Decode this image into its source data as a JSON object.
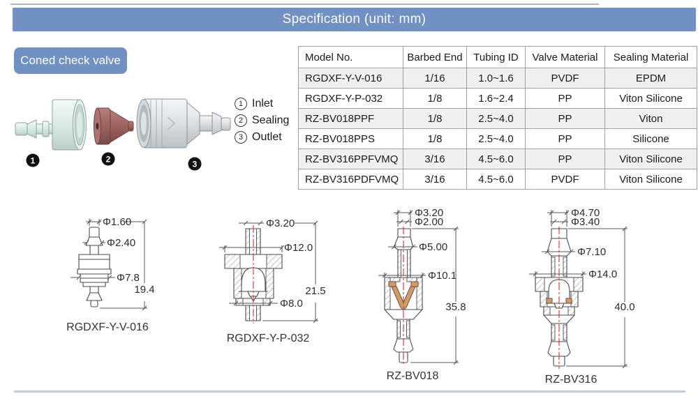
{
  "header": {
    "title": "Specification (unit: mm)"
  },
  "product": {
    "label": "Coned check valve"
  },
  "exploded": {
    "badges": [
      "1",
      "2",
      "3"
    ]
  },
  "legend": {
    "items": [
      {
        "num": "1",
        "label": "Inlet"
      },
      {
        "num": "2",
        "label": "Sealing"
      },
      {
        "num": "3",
        "label": "Outlet"
      }
    ]
  },
  "spec_table": {
    "columns": [
      "Model No.",
      "Barbed End",
      "Tubing ID",
      "Valve Material",
      "Sealing Material"
    ],
    "rows": [
      [
        "RGDXF-Y-V-016",
        "1/16",
        "1.0~1.6",
        "PVDF",
        "EPDM"
      ],
      [
        "RGDXF-Y-P-032",
        "1/8",
        "1.6~2.4",
        "PP",
        "Viton Silicone"
      ],
      [
        "RZ-BV018PPF",
        "1/8",
        "2.5~4.0",
        "PP",
        "Viton"
      ],
      [
        "RZ-BV018PPS",
        "1/8",
        "2.5~4.0",
        "PP",
        "Silicone"
      ],
      [
        "RZ-BV316PPFVMQ",
        "3/16",
        "4.5~6.0",
        "PP",
        "Viton Silicone"
      ],
      [
        "RZ-BV316PDFVMQ",
        "3/16",
        "4.5~6.0",
        "PVDF",
        "Viton Silicone"
      ]
    ]
  },
  "drawings": [
    {
      "label": "RGDXF-Y-V-016",
      "dims": [
        "Φ1.60",
        "Φ2.40",
        "Φ7.8"
      ],
      "height": "19.4"
    },
    {
      "label": "RGDXF-Y-P-032",
      "dims": [
        "Φ3.20",
        "Φ12.0",
        "Φ8.0"
      ],
      "height": "21.5"
    },
    {
      "label": "RZ-BV018",
      "dims": [
        "Φ3.20",
        "Φ2.00",
        "Φ5.00",
        "Φ10.1"
      ],
      "height": "35.8"
    },
    {
      "label": "RZ-BV316",
      "dims": [
        "Φ4.70",
        "Φ3.40",
        "Φ7.10",
        "Φ14.0"
      ],
      "height": "40.0"
    }
  ],
  "colors": {
    "accent_blue": "#7191c3",
    "table_border": "#9aa0a6",
    "row_alt": "#f0f0f0",
    "centerline_red": "#d03030",
    "seal_tan": "#c9a067",
    "part_mint": "#dcebe7",
    "part_maroon": "#9d6260",
    "part_grey": "#dcdfe1"
  }
}
